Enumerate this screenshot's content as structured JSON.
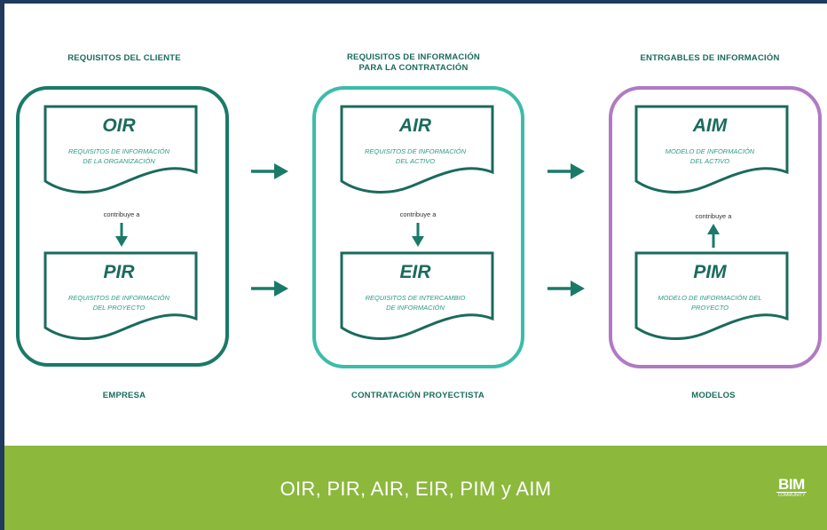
{
  "columns": [
    {
      "title": "REQUISITOS DEL CLIENTE",
      "footer": "EMPRESA",
      "color": "#1a7a68",
      "relation": "contribuye a",
      "docs": [
        {
          "code": "OIR",
          "desc": "REQUISITOS DE INFORMACIÓN\nDE LA ORGANIZACIÓN"
        },
        {
          "code": "PIR",
          "desc": "REQUISITOS DE INFORMACIÓN\nDEL PROYECTO"
        }
      ]
    },
    {
      "title": "REQUISITOS DE INFORMACIÓN\nPARA LA CONTRATACIÓN",
      "footer": "CONTRATACIÓN PROYECTISTA",
      "color": "#3cbcaa",
      "relation": "contribuye a",
      "docs": [
        {
          "code": "AIR",
          "desc": "REQUISITOS DE INFORMACIÓN\nDEL ACTIVO"
        },
        {
          "code": "EIR",
          "desc": "REQUISITOS DE INTERCAMBIO\nDE INFORMACIÓN"
        }
      ]
    },
    {
      "title": "ENTRGABLES DE INFORMACIÓN",
      "footer": "MODELOS",
      "color": "#b07ac4",
      "relation": "contribuye a",
      "docs": [
        {
          "code": "AIM",
          "desc": "MODELO DE INFORMACIÓN\nDEL ACTIVO"
        },
        {
          "code": "PIM",
          "desc": "MODELO DE INFORMACIÓN DEL\nPROYECTO"
        }
      ]
    }
  ],
  "footer": {
    "title": "OIR, PIR, AIR, EIR, PIM y AIM",
    "logo_main": "BIM",
    "logo_sub": "COMMUNITY",
    "color": "#8cb83c"
  },
  "doc_stroke_color": "#1a6b5c",
  "arrow_color": "#1a7a68"
}
